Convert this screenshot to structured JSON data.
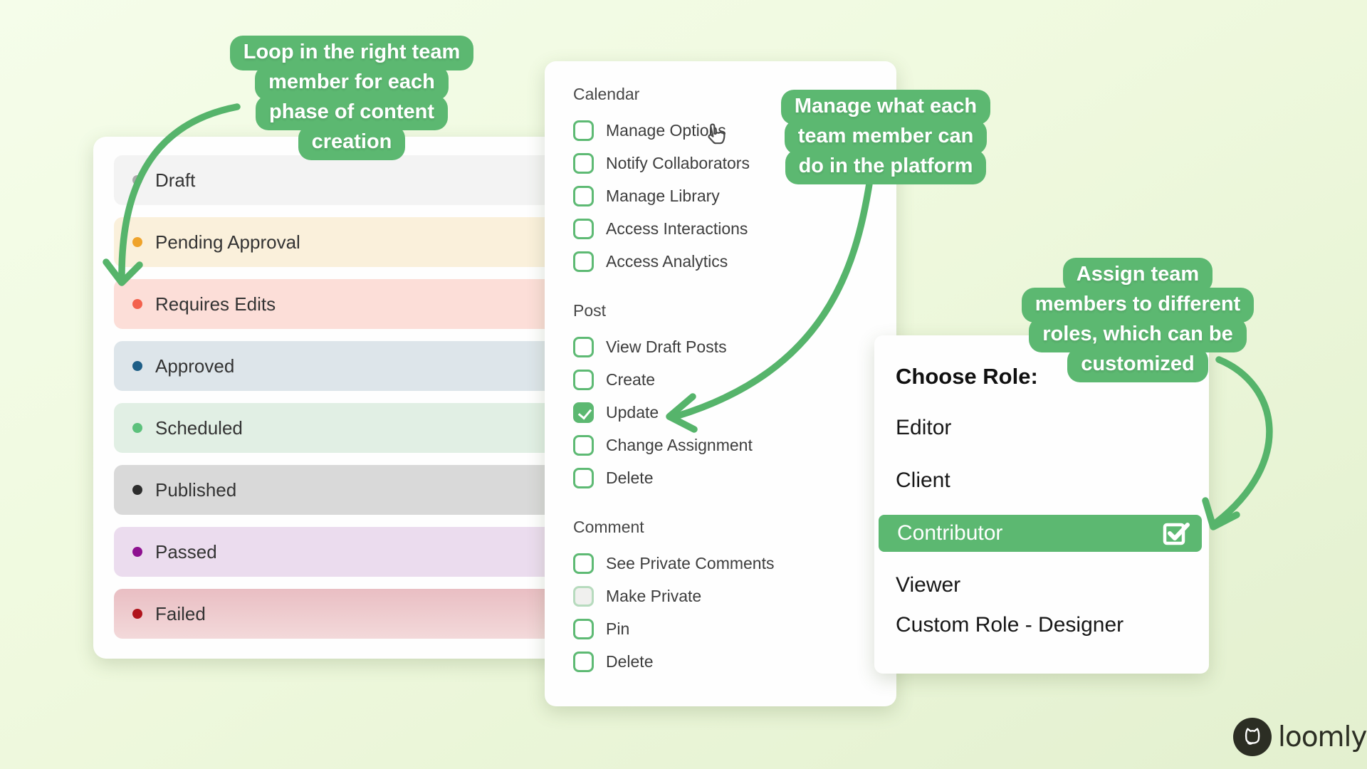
{
  "workflow": {
    "statuses": [
      {
        "label": "Draft",
        "dot": "#a9a9a9",
        "bg": "#f3f3f3"
      },
      {
        "label": "Pending Approval",
        "dot": "#efa32b",
        "bg": "#faf0db"
      },
      {
        "label": "Requires Edits",
        "dot": "#f3614d",
        "bg": "#fcded8"
      },
      {
        "label": "Approved",
        "dot": "#1e5e87",
        "bg": "#dde5ea"
      },
      {
        "label": "Scheduled",
        "dot": "#5cc17c",
        "bg": "#e1efe4"
      },
      {
        "label": "Published",
        "dot": "#2d2d2d",
        "bg": "#d9d9d9"
      },
      {
        "label": "Passed",
        "dot": "#8e1190",
        "bg": "#ebdcee"
      },
      {
        "label": "Failed",
        "dot": "#b0141c",
        "bg": "linear-gradient(180deg,#e9bec3,#f3d9da)"
      }
    ]
  },
  "permissions": {
    "sections": [
      {
        "title": "Calendar",
        "items": [
          {
            "label": "Manage Options",
            "checked": false,
            "disabled": false
          },
          {
            "label": "Notify Collaborators",
            "checked": false,
            "disabled": false
          },
          {
            "label": "Manage Library",
            "checked": false,
            "disabled": false
          },
          {
            "label": "Access Interactions",
            "checked": false,
            "disabled": false
          },
          {
            "label": "Access Analytics",
            "checked": false,
            "disabled": false
          }
        ]
      },
      {
        "title": "Post",
        "items": [
          {
            "label": "View Draft Posts",
            "checked": false,
            "disabled": false
          },
          {
            "label": "Create",
            "checked": false,
            "disabled": false
          },
          {
            "label": "Update",
            "checked": true,
            "disabled": false
          },
          {
            "label": "Change Assignment",
            "checked": false,
            "disabled": false
          },
          {
            "label": "Delete",
            "checked": false,
            "disabled": false
          }
        ]
      },
      {
        "title": "Comment",
        "items": [
          {
            "label": "See Private Comments",
            "checked": false,
            "disabled": false
          },
          {
            "label": "Make Private",
            "checked": false,
            "disabled": true
          },
          {
            "label": "Pin",
            "checked": false,
            "disabled": false
          },
          {
            "label": "Delete",
            "checked": false,
            "disabled": false
          }
        ]
      }
    ]
  },
  "role_panel": {
    "title": "Choose Role:",
    "roles": [
      {
        "label": "Editor",
        "selected": false
      },
      {
        "label": "Client",
        "selected": false
      },
      {
        "label": "Contributor",
        "selected": true
      },
      {
        "label": "Viewer",
        "selected": false
      },
      {
        "label": "Custom Role - Designer",
        "selected": false
      }
    ]
  },
  "annotations": {
    "workflow": {
      "lines": [
        "Loop in the right team",
        "member for each",
        "phase of content",
        "creation"
      ]
    },
    "permissions": {
      "lines": [
        "Manage what each",
        "team member can",
        "do in the platform"
      ]
    },
    "roles": {
      "lines": [
        "Assign team",
        "members to different",
        "roles, which can be",
        "customized"
      ]
    }
  },
  "logo": {
    "text": "loomly"
  },
  "colors": {
    "accent_green": "#5cb871",
    "checkbox_border": "#5eba74",
    "background_top": "#f5fdea",
    "background_bottom": "#e3f0cf",
    "logo_dark": "#2c2e24"
  }
}
